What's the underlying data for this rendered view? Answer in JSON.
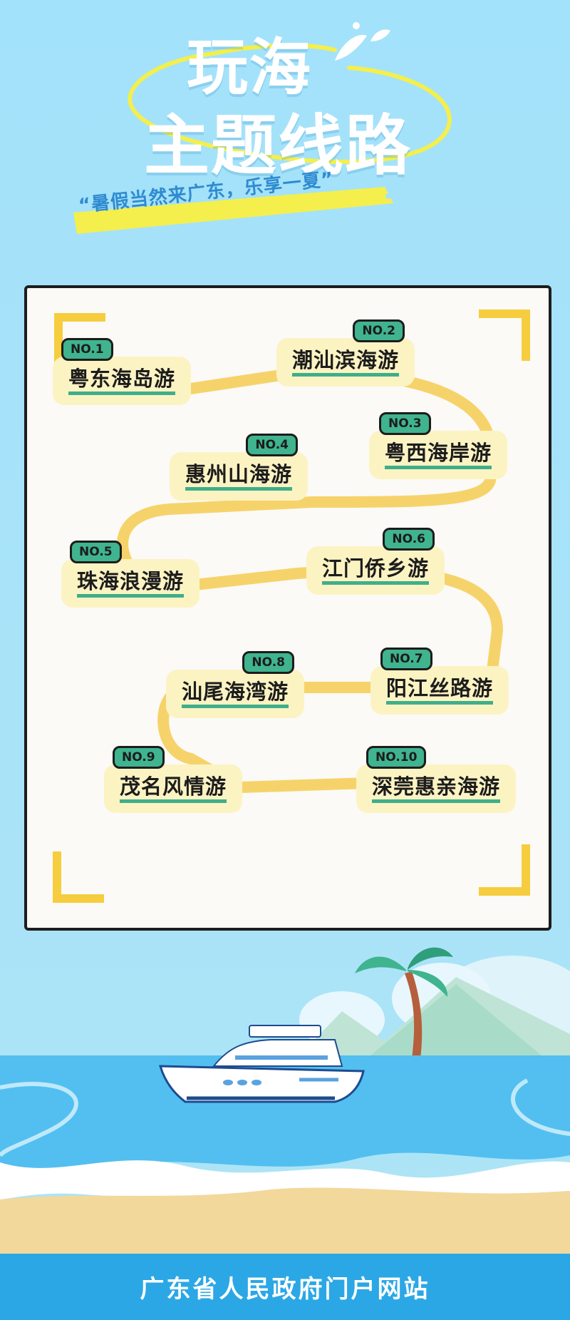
{
  "header": {
    "title_line1": "玩海",
    "title_line2": "主题线路",
    "slogan": "“暑假当然来广东，乐享一夏”"
  },
  "routes": [
    {
      "no": "NO.1",
      "name": "粤东海岛游"
    },
    {
      "no": "NO.2",
      "name": "潮汕滨海游"
    },
    {
      "no": "NO.3",
      "name": "粤西海岸游"
    },
    {
      "no": "NO.4",
      "name": "惠州山海游"
    },
    {
      "no": "NO.5",
      "name": "珠海浪漫游"
    },
    {
      "no": "NO.6",
      "name": "江门侨乡游"
    },
    {
      "no": "NO.7",
      "name": "阳江丝路游"
    },
    {
      "no": "NO.8",
      "name": "汕尾海湾游"
    },
    {
      "no": "NO.9",
      "name": "茂名风情游"
    },
    {
      "no": "NO.10",
      "name": "深莞惠亲海游"
    }
  ],
  "footer": {
    "text": "广东省人民政府门户网站"
  },
  "colors": {
    "sky": "#a8e3f8",
    "route_path": "#f6d36a",
    "card": "#fcf3c3",
    "badge": "#3fb48e",
    "footer": "#2ba7e6"
  },
  "icons": [
    "splash-icon",
    "palm-tree-icon",
    "yacht-icon",
    "mountain-icon",
    "cloud-icon"
  ]
}
